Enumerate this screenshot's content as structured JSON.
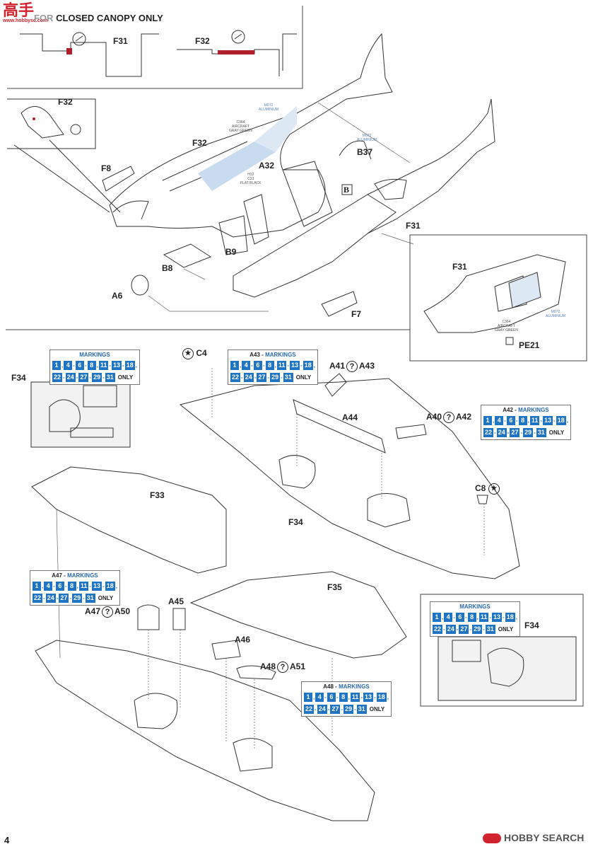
{
  "page_number": "4",
  "top_note": {
    "prefix": "FOR",
    "text": "CLOSED CANOPY ONLY"
  },
  "watermark_tl": {
    "main": "高手",
    "sub": "www.hobbysc.com"
  },
  "watermark_br": {
    "brand": "HOBBY SEARCH"
  },
  "parts": {
    "f31_top": "F31",
    "f32_top": "F32",
    "f32_left": "F32",
    "f8": "F8",
    "f32_main": "F32",
    "a32": "A32",
    "b37": "B37",
    "b9": "B9",
    "b8": "B8",
    "a6": "A6",
    "f31_fuse": "F31",
    "f7": "F7",
    "b_box": "B",
    "f31_inset": "F31",
    "pe21": "PE21",
    "f34_inset": "F34",
    "c4": "C4",
    "a41": "A41",
    "a43": "A43",
    "a44": "A44",
    "a40": "A40",
    "a42": "A42",
    "c8": "C8",
    "f33": "F33",
    "f34_main": "F34",
    "f35": "F35",
    "a47": "A47",
    "a50": "A50",
    "a45": "A45",
    "a46": "A46",
    "a48": "A48",
    "a51": "A51",
    "f34_inset2": "F34"
  },
  "color_callouts": {
    "m_alu1": {
      "code": "M072",
      "name": "ALUMINIUM"
    },
    "c364a": {
      "code": "C364",
      "name1": "AIRCRAFT",
      "name2": "GRAY GREEN"
    },
    "m_alu2": {
      "code": "M072",
      "name": "ALUMINIUM"
    },
    "h12": {
      "code1": "H12",
      "code2": "C33",
      "name": "FLAT BLACK"
    },
    "m_alu3": {
      "code": "M072",
      "name": "ALUMINIUM"
    },
    "c364b": {
      "code": "C364",
      "name1": "AIRCRAFT",
      "name2": "GRAY GREEN"
    }
  },
  "marking_boxes": {
    "mk1": {
      "prefix": "",
      "title": "MARKINGS",
      "row1": [
        "1",
        "4",
        "6",
        "8",
        "11",
        "13",
        "18"
      ],
      "row2": [
        "22",
        "24",
        "27",
        "29",
        "31"
      ],
      "only": "ONLY"
    },
    "mk2": {
      "prefix": "A43 - ",
      "title": "MARKINGS",
      "row1": [
        "1",
        "4",
        "6",
        "8",
        "11",
        "13",
        "18"
      ],
      "row2": [
        "22",
        "24",
        "27",
        "29",
        "31"
      ],
      "only": "ONLY"
    },
    "mk3": {
      "prefix": "A42 - ",
      "title": "MARKINGS",
      "row1": [
        "1",
        "4",
        "6",
        "8",
        "11",
        "13",
        "18"
      ],
      "row2": [
        "22",
        "24",
        "27",
        "29",
        "31"
      ],
      "only": "ONLY"
    },
    "mk4": {
      "prefix": "A47 - ",
      "title": "MARKINGS",
      "row1": [
        "1",
        "4",
        "6",
        "8",
        "11",
        "13",
        "18"
      ],
      "row2": [
        "22",
        "24",
        "27",
        "29",
        "31"
      ],
      "only": "ONLY"
    },
    "mk5": {
      "prefix": "",
      "title": "MARKINGS",
      "row1": [
        "1",
        "4",
        "6",
        "8",
        "11",
        "13",
        "18"
      ],
      "row2": [
        "22",
        "24",
        "27",
        "29",
        "31"
      ],
      "only": "ONLY"
    },
    "mk6": {
      "prefix": "A48 - ",
      "title": "MARKINGS",
      "row1": [
        "1",
        "4",
        "6",
        "8",
        "11",
        "13",
        "18"
      ],
      "row2": [
        "22",
        "24",
        "27",
        "29",
        "31"
      ],
      "only": "ONLY"
    }
  },
  "colors": {
    "marking_blue": "#1f74c4",
    "detail_red": "#b0202a",
    "cockpit_blue": "#c9dcef",
    "watermark_red": "#d0232e"
  }
}
